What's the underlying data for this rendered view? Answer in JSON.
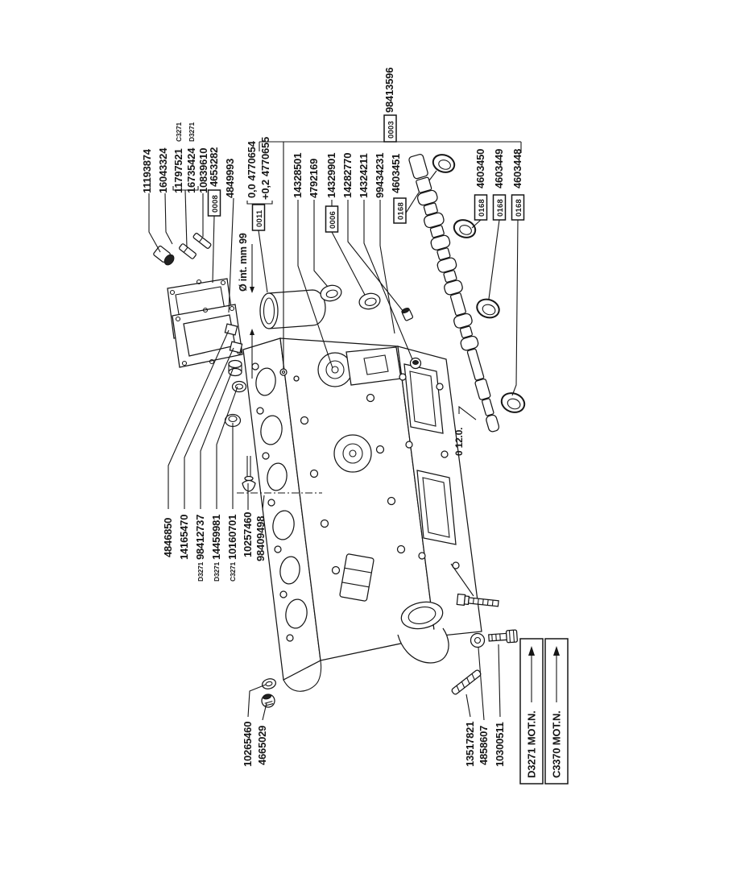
{
  "colors": {
    "ink": "#161616",
    "paper": "#ffffff"
  },
  "figure": {
    "top_callouts": [
      {
        "part": "11193874"
      },
      {
        "part": "16043324"
      },
      {
        "part": "11797521",
        "note": "C3271"
      },
      {
        "part": "16735424",
        "note": "D3271"
      },
      {
        "part": "10839610"
      },
      {
        "part": "4653282",
        "ref": "0008"
      },
      {
        "part": "4849993"
      }
    ],
    "liner_group": {
      "ref": "0011",
      "rows": [
        {
          "qual": "0,0",
          "part": "4770654"
        },
        {
          "qual": "+0,2",
          "part": "4770655"
        }
      ],
      "bore_note": "Ø int. mm 99"
    },
    "head_group": {
      "part": "98413596",
      "ref": "0003",
      "children": [
        {
          "part": "14328501"
        },
        {
          "part": "4792169"
        },
        {
          "part": "14329901",
          "ref": "0006"
        },
        {
          "part": "14282770"
        },
        {
          "part": "14324211"
        },
        {
          "part": "99434231"
        },
        {
          "part": "4603451",
          "ref": "0168"
        },
        {
          "part": "4603450",
          "ref": "0168"
        },
        {
          "part": "4603449",
          "ref": "0168"
        },
        {
          "part": "4603448",
          "ref": "0168"
        }
      ]
    },
    "left_callouts": [
      {
        "part": "4846850"
      },
      {
        "part": "14165470"
      },
      {
        "part": "98412737",
        "note": "D3271"
      },
      {
        "part": "14459981",
        "note": "D3271"
      },
      {
        "part": "10160701",
        "note": "C3271"
      },
      {
        "part": "10257460"
      },
      {
        "part": "98409498"
      }
    ],
    "bottom_left_callouts": [
      {
        "part": "10265460"
      },
      {
        "part": "4665029"
      }
    ],
    "bottom_callouts": [
      {
        "part": "13517821"
      },
      {
        "part": "4858607"
      },
      {
        "part": "10300511"
      }
    ],
    "cam_note": "0 12.0.",
    "legend": [
      {
        "label": "D3271 MOT.N."
      },
      {
        "label": "C3370 MOT.N."
      }
    ]
  }
}
